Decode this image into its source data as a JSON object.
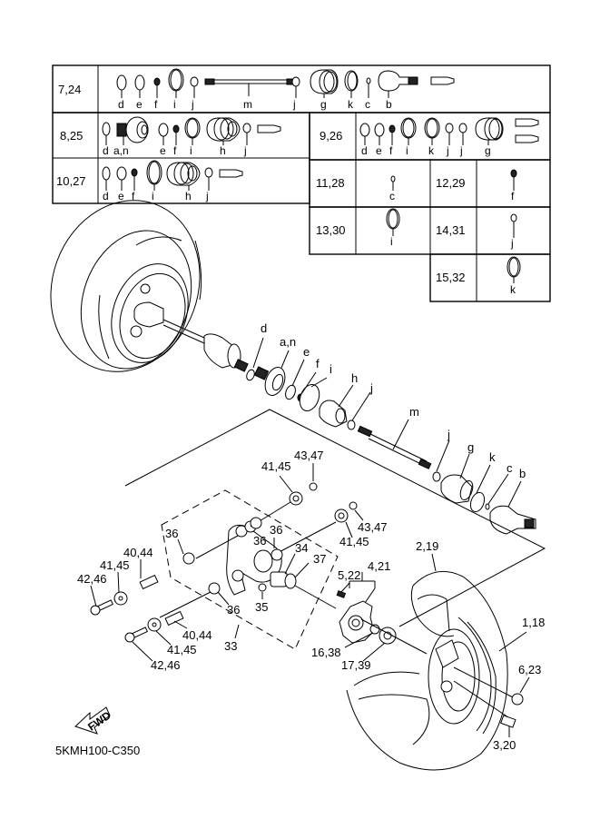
{
  "diagram": {
    "code": "5KMH100-C350",
    "fwd_arrow": "FWD",
    "kit_table": {
      "rows": [
        {
          "ref": "7,24",
          "parts": [
            "d",
            "e",
            "f",
            "i",
            "j",
            "m",
            "j",
            "g",
            "k",
            "c",
            "b"
          ]
        },
        {
          "ref": "8,25",
          "parts": [
            "d",
            "a,n",
            "e",
            "f",
            "i",
            "h",
            "j"
          ]
        },
        {
          "ref": "9,26",
          "parts": [
            "d",
            "e",
            "f",
            "i",
            "k",
            "j",
            "j",
            "g"
          ]
        },
        {
          "ref": "10,27",
          "parts": [
            "d",
            "e",
            "f",
            "i",
            "h",
            "j"
          ]
        },
        {
          "ref": "11,28",
          "parts": [
            "c"
          ]
        },
        {
          "ref": "12,29",
          "parts": [
            "f"
          ]
        },
        {
          "ref": "13,30",
          "parts": [
            "i"
          ]
        },
        {
          "ref": "14,31",
          "parts": [
            "j"
          ]
        },
        {
          "ref": "15,32",
          "parts": [
            "k"
          ]
        }
      ]
    },
    "shaft_callouts": [
      "d",
      "a,n",
      "e",
      "f",
      "i",
      "h",
      "j",
      "m",
      "j",
      "g",
      "k",
      "c",
      "b"
    ],
    "callouts": {
      "c4347a": "43,47",
      "c4145a": "41,45",
      "c4347b": "43,47",
      "c4145b": "41,45",
      "c36a": "36",
      "c36b": "36",
      "c36c": "36",
      "c36d": "36",
      "c34": "34",
      "c37": "37",
      "c4044a": "40,44",
      "c4145c": "41,45",
      "c4246a": "42,46",
      "c35": "35",
      "c4044b": "40,44",
      "c4145d": "41,45",
      "c4246b": "42,46",
      "c33": "33",
      "c421": "4,21",
      "c522": "5,22",
      "c219": "2,19",
      "c118": "1,18",
      "c1638": "16,38",
      "c1739": "17,39",
      "c623": "6,23",
      "c320": "3,20"
    }
  }
}
